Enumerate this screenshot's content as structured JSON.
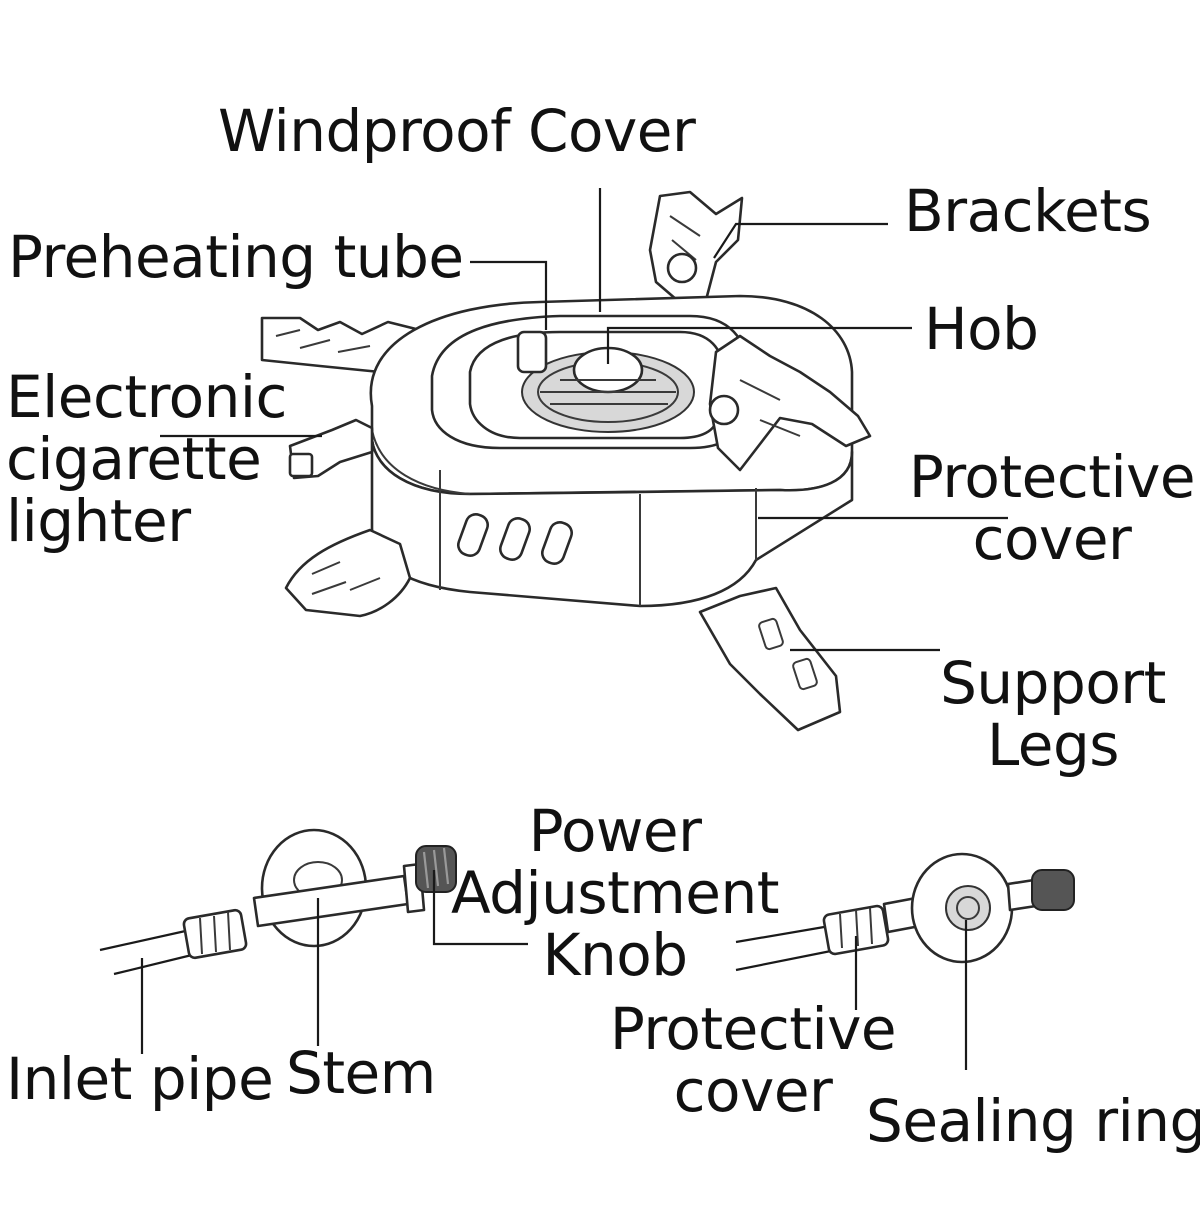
{
  "labels": {
    "windproof_cover": "Windproof Cover",
    "brackets": "Brackets",
    "preheating_tube": "Preheating tube",
    "hob": "Hob",
    "electronic_lighter": "Electronic\ncigarette\nlighter",
    "protective_cover_top": "Protective\ncover",
    "support_legs": "Support\nLegs",
    "power_adjustment_knob": "Power\nAdjustment\nKnob",
    "inlet_pipe": "Inlet pipe",
    "stem": "Stem",
    "protective_cover_bottom": "Protective\ncover",
    "sealing_ring": "Sealing ring"
  }
}
